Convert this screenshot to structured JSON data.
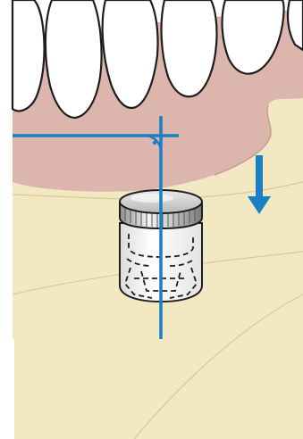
{
  "figure": {
    "subject": "implant-abutment-insertion-path",
    "parts": {
      "teeth": "teeth-crowns",
      "gingiva_upper": "upper-gingiva",
      "gingiva_lower": "lower-gingiva",
      "bone": "alveolar-bone",
      "abutment": "abutment-cap",
      "attachment": "locator-attachment",
      "axis": "insertion-axis",
      "reference_line": "occlusal-reference-line",
      "right_angle": "right-angle-mark",
      "direction": "insertion-direction-arrow"
    }
  },
  "colors": {
    "background": "#ffffff",
    "bone": "#f2e8c2",
    "bone_shade": "#e6d9a8",
    "gingiva": "#dcb5ad",
    "gingiva_dark": "#c89c93",
    "tooth": "#ffffff",
    "outline": "#222222",
    "metal_light": "#eaeaea",
    "metal_dark": "#9a9a9a",
    "guide_blue": "#1a7fc4"
  }
}
